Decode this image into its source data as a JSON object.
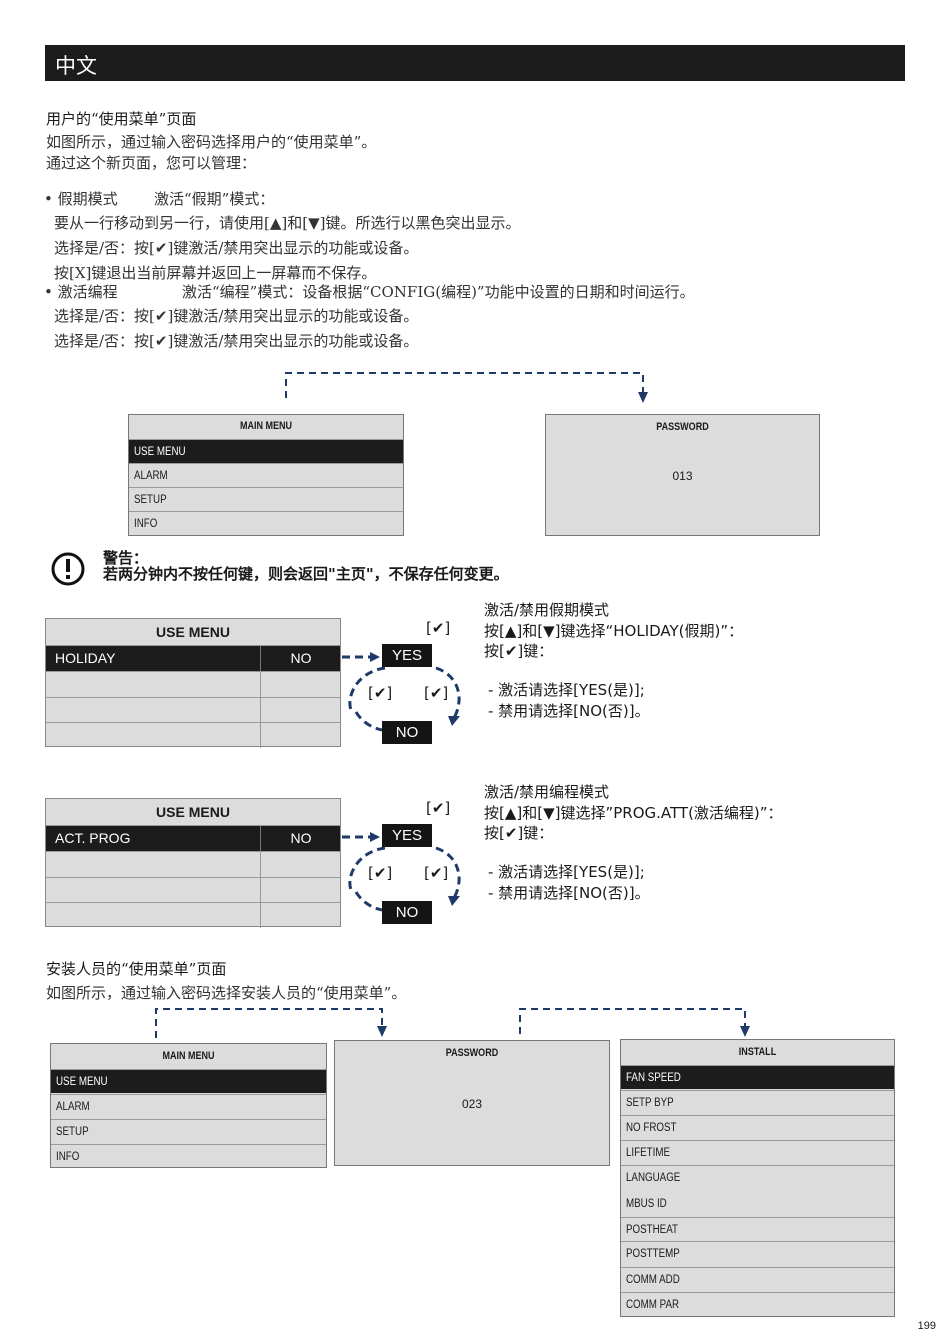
{
  "header": {
    "title": "中文"
  },
  "user_section": {
    "title": "用户的“使用菜单”页面",
    "intro1": "如图所示，通过输入密码选择用户的“使用菜单”。",
    "intro2": "通过这个新页面，您可以管理：",
    "holiday_bullet": "• 假期模式",
    "holiday_desc": "激活“假期”模式：",
    "holiday_l1": "要从一行移动到另一行，请使用[▲]和[▼]键。所选行以黑色突出显示。",
    "holiday_l2": "选择是/否：按[✔]键激活/禁用突出显示的功能或设备。",
    "holiday_l3": "按[X]键退出当前屏幕并返回上一屏幕而不保存。",
    "prog_bullet": "• 激活编程",
    "prog_desc": "激活“编程”模式：设备根据“CONFIG(编程)”功能中设置的日期和时间运行。",
    "prog_l1": "选择是/否：按[✔]键激活/禁用突出显示的功能或设备。",
    "prog_l2": "选择是/否：按[✔]键激活/禁用突出显示的功能或设备。"
  },
  "screens1": {
    "main_menu": {
      "title": "MAIN MENU",
      "items": [
        "USE MENU",
        "ALARM",
        "SETUP",
        "INFO"
      ]
    },
    "password": {
      "title": "PASSWORD",
      "value": "013"
    }
  },
  "warning": {
    "title": "警告：",
    "text": "若两分钟内不按任何键，则会返回\"主页\"，不保存任何变更。"
  },
  "holiday_block": {
    "table_title": "USE MENU",
    "row_label": "HOLIDAY",
    "row_value": "NO",
    "yes": "YES",
    "no": "NO",
    "check": "[✔]",
    "heading": "激活/禁用假期模式",
    "l1": "按[▲]和[▼]键选择“HOLIDAY(假期)”：",
    "l2": "按[✔]键：",
    "l3": "- 激活请选择[YES(是)];",
    "l4": "- 禁用请选择[NO(否)]。"
  },
  "prog_block": {
    "table_title": "USE MENU",
    "row_label": "ACT. PROG",
    "row_value": "NO",
    "yes": "YES",
    "no": "NO",
    "check": "[✔]",
    "heading": "激活/禁用编程模式",
    "l1": "按[▲]和[▼]键选择”PROG.ATT(激活编程)”：",
    "l2": "按[✔]键：",
    "l3": "- 激活请选择[YES(是)];",
    "l4": "- 禁用请选择[NO(否)]。"
  },
  "installer_section": {
    "title": "安装人员的“使用菜单”页面",
    "intro": "如图所示，通过输入密码选择安装人员的“使用菜单”。"
  },
  "screens2": {
    "main_menu": {
      "title": "MAIN MENU",
      "items": [
        "USE MENU",
        "ALARM",
        "SETUP",
        "INFO"
      ]
    },
    "password": {
      "title": "PASSWORD",
      "value": "023"
    },
    "install": {
      "title": "INSTALL",
      "items": [
        "FAN SPEED",
        "SETP  BYP",
        "NO FROST",
        "LIFETIME",
        "LANGUAGE",
        "MBUS ID",
        "POSTHEAT",
        "POSTTEMP",
        "COMM ADD",
        "COMM PAR"
      ]
    }
  },
  "page_number": "199",
  "colors": {
    "header_bg": "#1c1c1c",
    "screen_bg": "#dcdcdc",
    "arrow": "#1f3a68",
    "button_bg": "#141414"
  }
}
